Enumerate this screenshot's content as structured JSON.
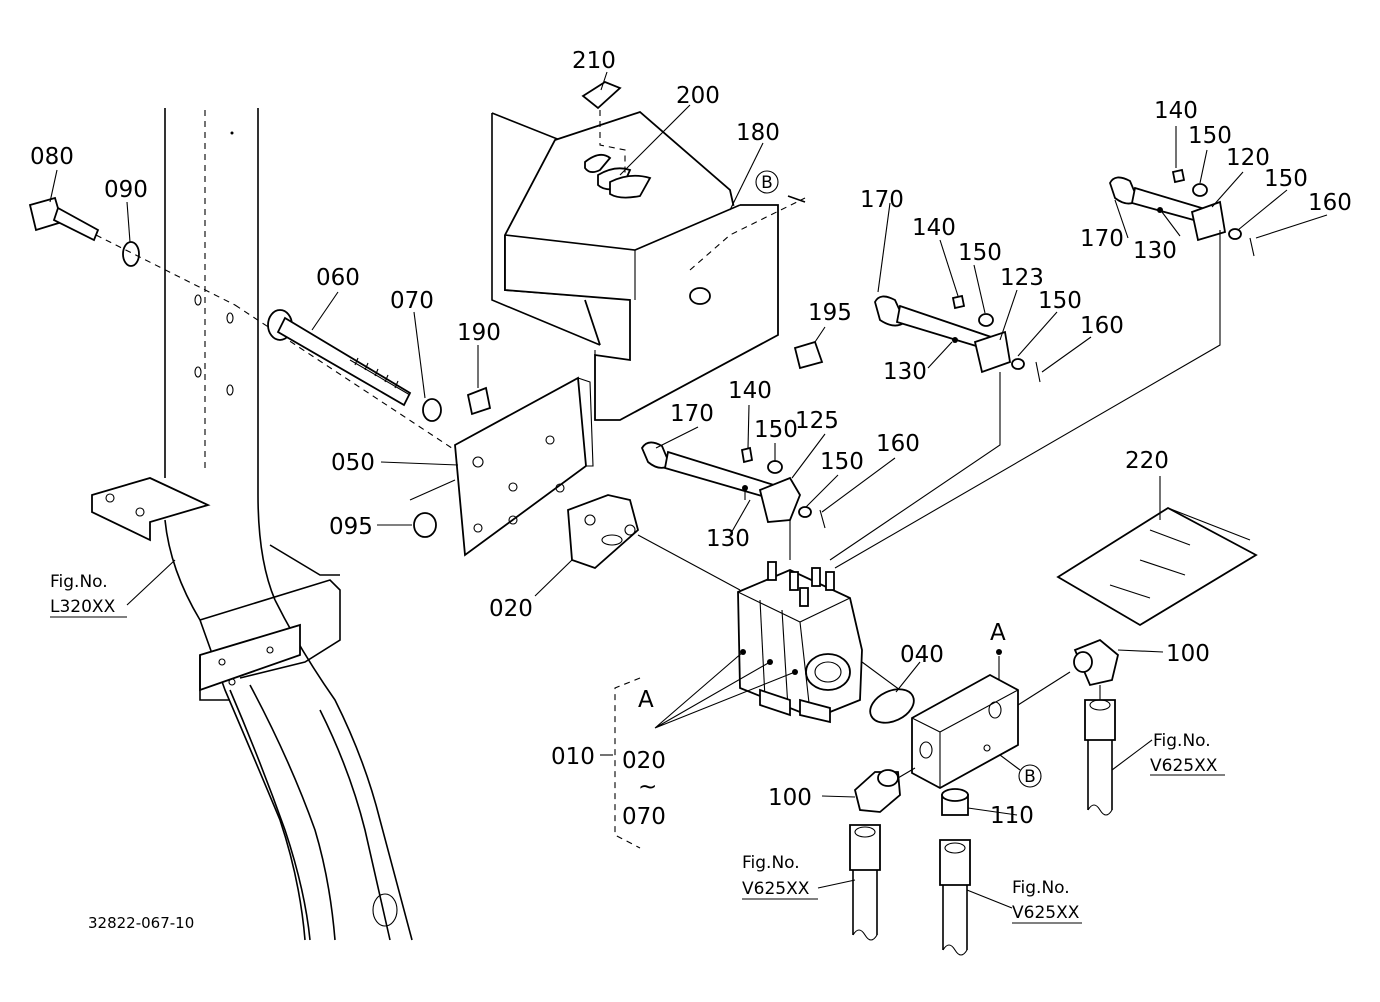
{
  "doc_id": "32822-067-10",
  "parts": {
    "p210": "210",
    "p200": "200",
    "p180": "180",
    "p080": "080",
    "p090": "090",
    "p060": "060",
    "p070": "070",
    "p190": "190",
    "p195": "195",
    "p050": "050",
    "p095": "095",
    "p020": "020",
    "p170a": "170",
    "p140a": "140",
    "p150a": "150",
    "p123": "123",
    "p150b": "150",
    "p160a": "160",
    "p130a": "130",
    "p140b": "140",
    "p150c": "150",
    "p120": "120",
    "p150d": "150",
    "p160b": "160",
    "p170b": "170",
    "p130b": "130",
    "p170c": "170",
    "p140c": "140",
    "p150e": "150",
    "p125": "125",
    "p160c": "160",
    "p150f": "150",
    "p130c": "130",
    "p220": "220",
    "p040": "040",
    "p100a": "100",
    "p100b": "100",
    "p110": "110",
    "p010": "010",
    "p020b": "020",
    "tilde": "~",
    "p070b": "070"
  },
  "markers": {
    "A1": "A",
    "A2": "A",
    "B1": "B",
    "B2": "B"
  },
  "refs": {
    "fig_l320": {
      "title": "Fig.No.",
      "code": "L320XX"
    },
    "fig_v625_a": {
      "title": "Fig.No.",
      "code": "V625XX"
    },
    "fig_v625_b": {
      "title": "Fig.No.",
      "code": "V625XX"
    },
    "fig_v625_c": {
      "title": "Fig.No.",
      "code": "V625XX"
    }
  }
}
